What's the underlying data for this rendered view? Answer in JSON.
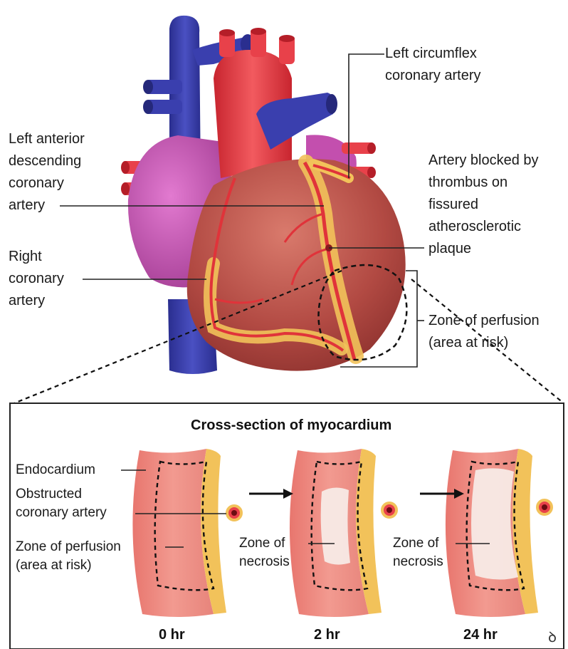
{
  "heart_labels": {
    "left_circumflex": [
      "Left circumflex",
      "coronary artery"
    ],
    "lad": [
      "Left anterior",
      "descending",
      "coronary",
      "artery"
    ],
    "blocked": [
      "Artery blocked by",
      "thrombus on",
      "fissured",
      "atherosclerotic",
      "plaque"
    ],
    "right_coronary": [
      "Right",
      "coronary",
      "artery"
    ],
    "zone_perfusion": [
      "Zone of perfusion",
      "(area at risk)"
    ]
  },
  "cross_section": {
    "title": "Cross-section of myocardium",
    "endocardium": "Endocardium",
    "obstructed": [
      "Obstructed",
      "coronary artery"
    ],
    "zone_perfusion": [
      "Zone of perfusion",
      "(area at risk)"
    ],
    "necrosis_2hr": [
      "Zone of",
      "necrosis"
    ],
    "necrosis_24hr": [
      "Zone of",
      "necrosis"
    ],
    "times": [
      "0 hr",
      "2 hr",
      "24 hr"
    ]
  },
  "colors": {
    "vein_blue": "#3a3fae",
    "artery_red": "#e8414a",
    "atrium_magenta": "#c34fae",
    "myocardium": "#b8504a",
    "coronary_fat": "#f2c25a",
    "tissue_pink": "#ee8c86",
    "necrosis": "#f7ede8"
  }
}
